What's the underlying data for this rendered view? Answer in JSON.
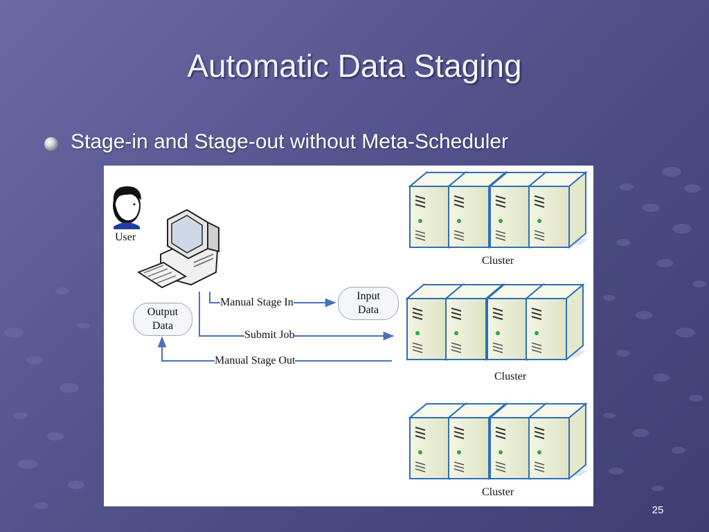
{
  "slide": {
    "title": "Automatic Data Staging",
    "bullet": "Stage-in and Stage-out without Meta-Scheduler",
    "page_number": "25"
  },
  "diagram": {
    "user_label": "User",
    "output_data": {
      "line1": "Output",
      "line2": "Data"
    },
    "input_data": {
      "line1": "Input",
      "line2": "Data"
    },
    "arrows": {
      "stage_in": "Manual Stage In",
      "submit": "Submit Job",
      "stage_out": "Manual Stage Out"
    },
    "clusters": [
      "Cluster",
      "Cluster",
      "Cluster"
    ]
  },
  "colors": {
    "arrow": "#4a72b8",
    "server_body": "#ecefd6",
    "server_outline": "#2d6fb8"
  }
}
